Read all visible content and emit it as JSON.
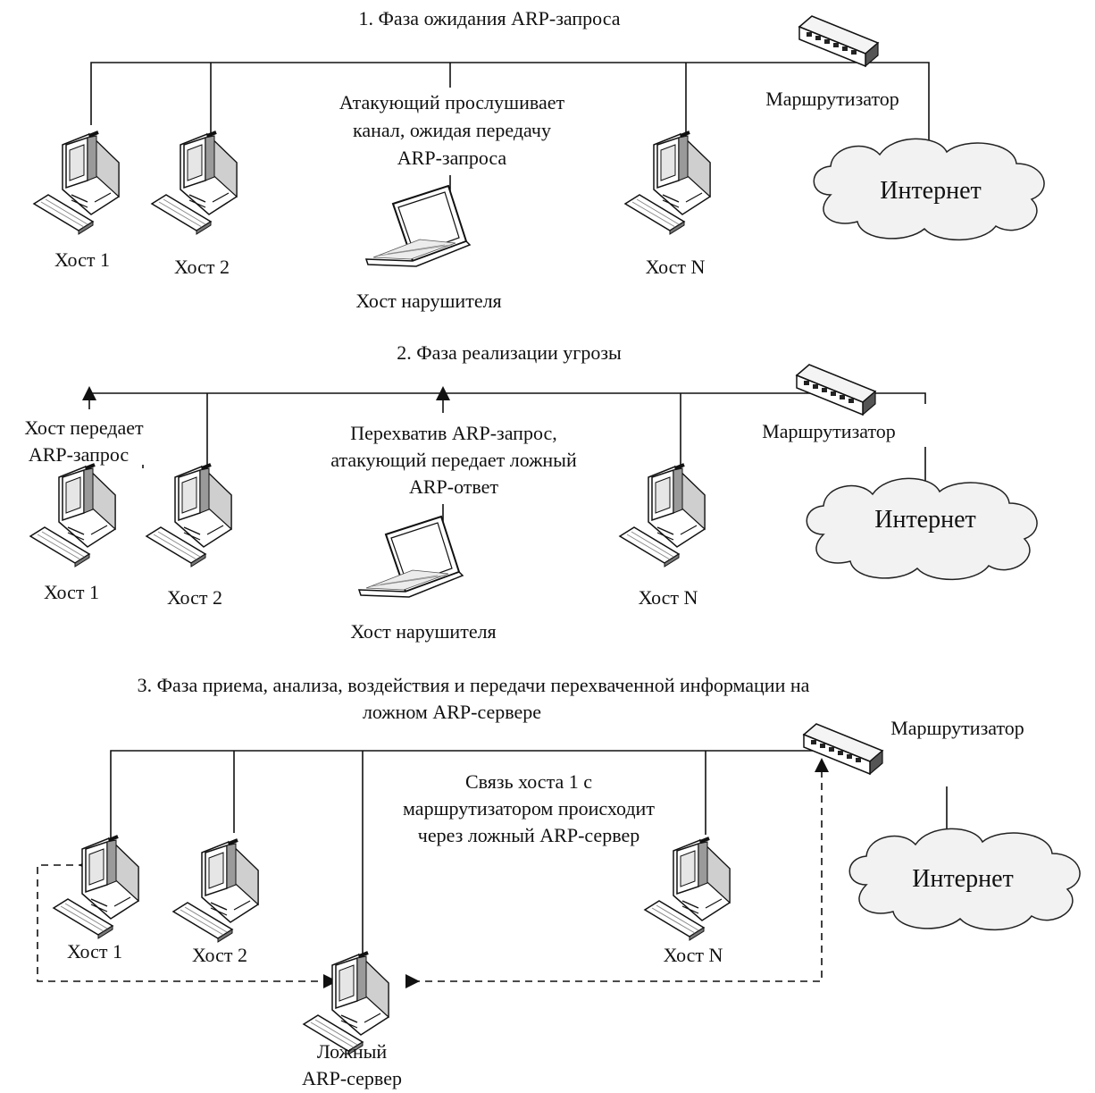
{
  "phase1": {
    "title": "1. Фаза ожидания ARP-запроса",
    "note": [
      "Атакующий прослушивает",
      "канал, ожидая передачу",
      "ARP-запроса"
    ],
    "host1": "Хост 1",
    "host2": "Хост 2",
    "hostN": "Хост N",
    "attacker": "Хост нарушителя",
    "router": "Маршрутизатор",
    "internet": "Интернет"
  },
  "phase2": {
    "title": "2. Фаза реализации угрозы",
    "host_note": [
      "Хост передает",
      "ARP-запрос"
    ],
    "note": [
      "Перехватив ARP-запрос,",
      "атакующий передает ложный",
      "ARP-ответ"
    ],
    "host1": "Хост 1",
    "host2": "Хост 2",
    "hostN": "Хост N",
    "attacker": "Хост нарушителя",
    "router": "Маршрутизатор",
    "internet": "Интернет"
  },
  "phase3": {
    "title": [
      "3. Фаза приема, анализа, воздействия и передачи перехваченной информации на",
      "ложном ARP-сервере"
    ],
    "note": [
      "Связь хоста 1 с",
      "маршрутизатором происходит",
      "через ложный ARP-сервер"
    ],
    "host1": "Хост 1",
    "host2": "Хост 2",
    "hostN": "Хост N",
    "fake_server": [
      "Ложный",
      "ARP-сервер"
    ],
    "router": "Маршрутизатор",
    "internet": "Интернет"
  }
}
